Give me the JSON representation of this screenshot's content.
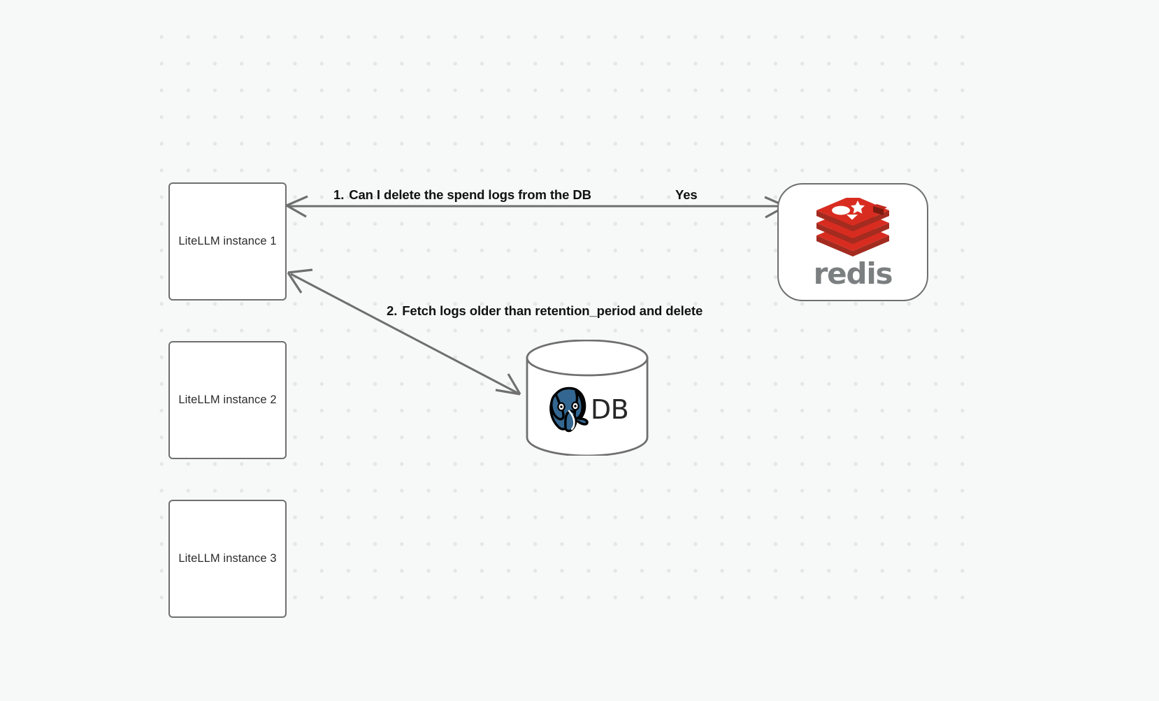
{
  "diagram": {
    "background_color": "#f7f8f8",
    "dot_color": "#e4e6e7",
    "stroke_color": "#6f6f6f",
    "nodes": [
      {
        "id": "litellm-1",
        "label": "LiteLLM instance 1",
        "type": "box"
      },
      {
        "id": "litellm-2",
        "label": "LiteLLM instance 2",
        "type": "box"
      },
      {
        "id": "litellm-3",
        "label": "LiteLLM instance 3",
        "type": "box"
      },
      {
        "id": "redis",
        "label": "redis",
        "type": "rounded",
        "accent": "#d82c20"
      },
      {
        "id": "postgres-db",
        "label": "DB",
        "type": "cylinder",
        "accent": "#336791"
      }
    ],
    "edges": [
      {
        "id": "edge-redis-request",
        "from": "litellm-1",
        "to": "redis",
        "label": "Can I delete the spend logs from the DB",
        "step": "1.",
        "reply_label": "Yes",
        "direction": "bidirectional"
      },
      {
        "id": "edge-db-fetch",
        "from": "postgres-db",
        "to": "litellm-1",
        "label": "Fetch logs older than retention_period and delete",
        "step": "2.",
        "direction": "both"
      }
    ]
  }
}
